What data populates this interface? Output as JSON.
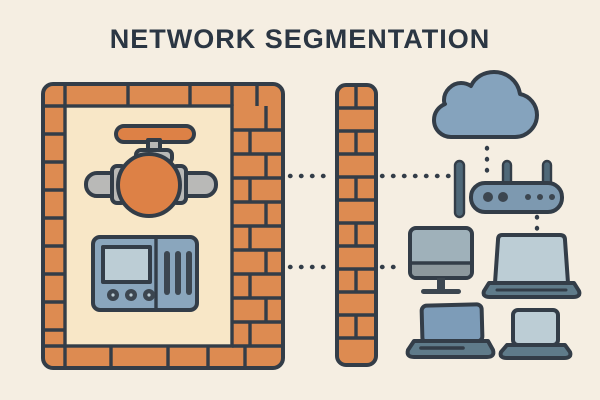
{
  "title": "NETWORK SEGMENTATION",
  "colors": {
    "bg": "#f5eee2",
    "title_color": "#2b3643",
    "outline": "#333d48",
    "brick": "#dd8b51",
    "zone_bg": "#f8e7c7",
    "accent_orange": "#dd8146",
    "pipe_gray": "#b9b9b7",
    "cloud_blue": "#85a3bd",
    "router_blue": "#7d99b0",
    "panel_blue": "#8aa6bd",
    "screen_light": "#bccdd5",
    "monitor_gray": "#9fb1ba",
    "monitor_bar": "#8d989d",
    "laptop_blue": "#7d9cb8",
    "base_teal": "#5f7b8a",
    "dark_slate": "#4f6878",
    "dot_dark": "#3c4650"
  },
  "icons": {
    "left_zone": [
      "brick-frame",
      "valve-icon",
      "control-panel-icon"
    ],
    "divider": "firewall-brick-wall",
    "right_zone": [
      "cloud-icon",
      "router-icon",
      "antenna-icon",
      "monitor-icon",
      "laptop-icon",
      "laptop-icon",
      "laptop-icon"
    ]
  }
}
